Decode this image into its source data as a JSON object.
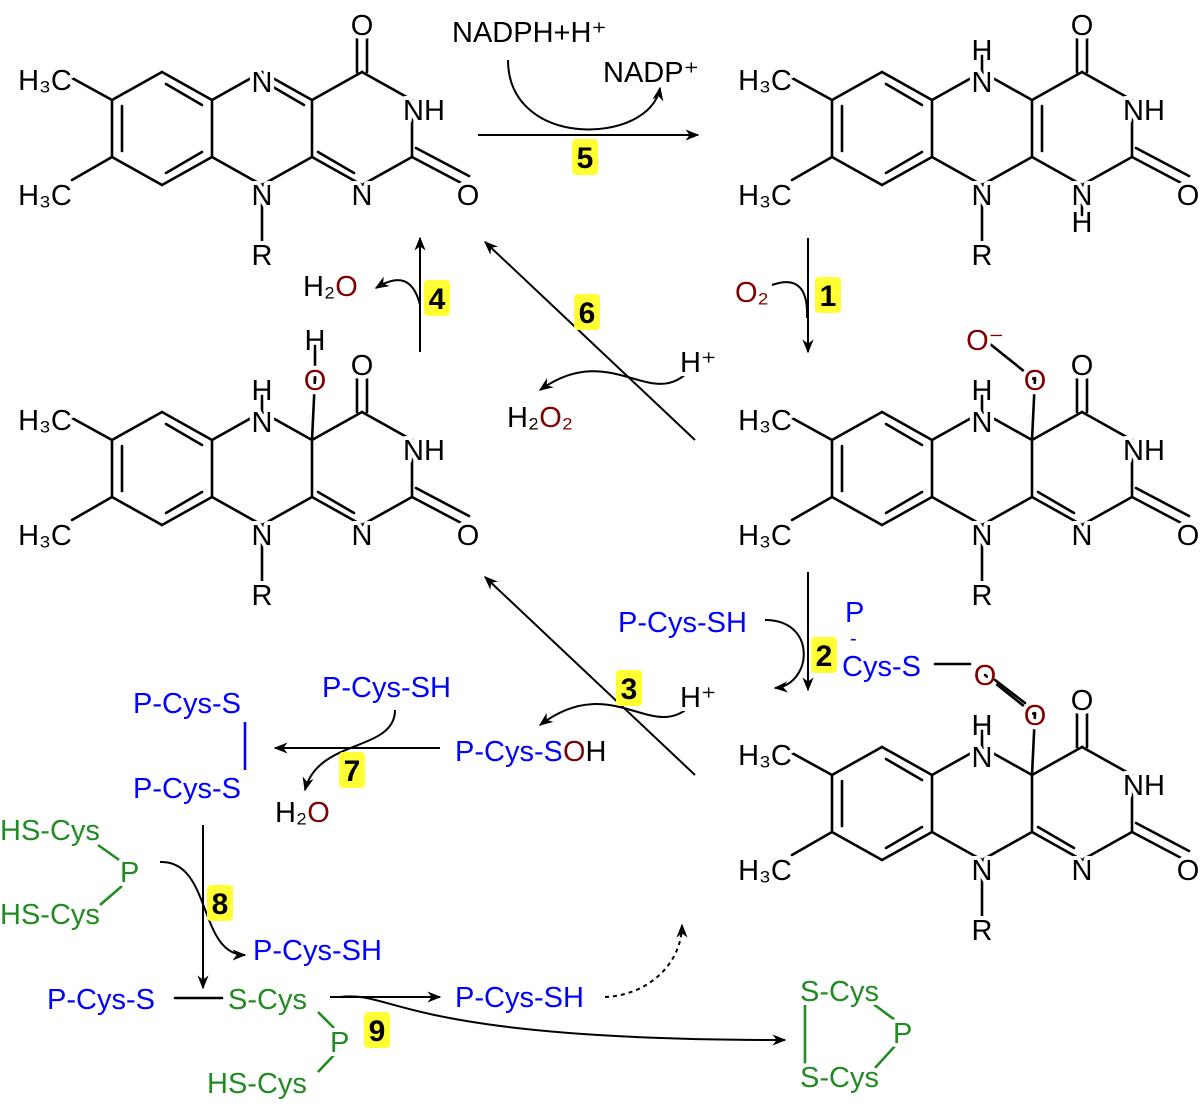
{
  "molecules": [
    {
      "name": "flavin-oxidized",
      "labels": {
        "me1": "H₃C",
        "me2": "H₃C",
        "n5": "N",
        "o4": "O",
        "n3": "NH",
        "o2": "O",
        "n1": "N",
        "n10": "N",
        "r": "R"
      }
    },
    {
      "name": "flavin-reduced",
      "labels": {
        "me1": "H₃C",
        "me2": "H₃C",
        "h5": "H",
        "n5": "N",
        "o4": "O",
        "n3": "NH",
        "o2": "O",
        "n1": "N",
        "h1": "H",
        "n10": "N",
        "r": "R"
      }
    },
    {
      "name": "flavin-hydroxide",
      "labels": {
        "me1": "H₃C",
        "me2": "H₃C",
        "h5": "H",
        "n5": "N",
        "h_a": "H",
        "o_a": "O",
        "o4": "O",
        "n3": "NH",
        "o2": "O",
        "n1": "N",
        "n10": "N",
        "r": "R"
      }
    },
    {
      "name": "flavin-peroxide",
      "labels": {
        "me1": "H₃C",
        "me2": "H₃C",
        "h5": "H",
        "n5": "N",
        "o_b": "O⁻",
        "o_a": "O",
        "o4": "O",
        "n3": "NH",
        "o2": "O",
        "n1": "N",
        "n10": "N",
        "r": "R"
      }
    },
    {
      "name": "flavin-thiol-peroxide",
      "labels": {
        "me1": "H₃C",
        "me2": "H₃C",
        "h5": "H",
        "n5": "N",
        "o_b": "O",
        "o_a": "O",
        "o4": "O",
        "n3": "NH",
        "o2": "O",
        "n1": "N",
        "n10": "N",
        "r": "R"
      }
    }
  ],
  "reagents": {
    "nadph": "NADPH+H⁺",
    "nadp": "NADP⁺",
    "o2": "O₂",
    "h2o_step4": {
      "h": "H₂",
      "o": "O"
    },
    "h_plus_step6": "H⁺",
    "h2o2": {
      "h": "H₂",
      "o": "O₂"
    },
    "p_cys_sh_step2": "P-Cys-SH",
    "adduct_p": "P",
    "adduct_dash": "-",
    "adduct_cys_s": "Cys-S",
    "h_plus_step3": "H⁺",
    "sulfenic": {
      "p_cys_s": "P-Cys-S",
      "o": "O",
      "h": "H"
    },
    "p_cys_sh_step7": "P-Cys-SH",
    "disulfide_top": "P-Cys-S",
    "disulfide_bottom": "P-Cys-S",
    "h2o_step7": {
      "h": "H₂",
      "o": "O"
    },
    "dithiol_hs_top": "HS-Cys",
    "dithiol_p": "P",
    "dithiol_hs_bottom": "HS-Cys",
    "p_cys_sh_step8": "P-Cys-SH",
    "mixed_p_cys_s": "P-Cys-S",
    "mixed_s_cys": "S-Cys",
    "mixed_p": "P",
    "mixed_hs_cys": "HS-Cys",
    "p_cys_sh_step9": "P-Cys-SH",
    "product_s_cys_top": "S-Cys",
    "product_p": "P",
    "product_s_cys_bottom": "S-Cys"
  },
  "steps": [
    "1",
    "2",
    "3",
    "4",
    "5",
    "6",
    "7",
    "8",
    "9"
  ],
  "colors": {
    "protein": "#0000ff",
    "oxygen": "#800000",
    "thioredoxin": "#228b22",
    "highlight": "#ffff33"
  }
}
